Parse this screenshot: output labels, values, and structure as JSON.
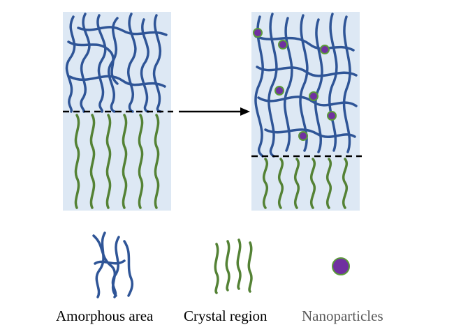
{
  "diagram": {
    "legend": {
      "amorphous_label": "Amorphous area",
      "crystal_label": "Crystal region",
      "nanoparticle_label": "Nanoparticles"
    }
  },
  "colors": {
    "panel_background": "#dde8f4",
    "amorphous_chain": "#2f5597",
    "crystal_chain": "#548235",
    "nanoparticle_fill": "#7030a0",
    "nanoparticle_outline": "#5b9a3a",
    "boundary_line": "#000000",
    "arrow": "#000000",
    "nanoparticle_label_color": "#595959"
  }
}
